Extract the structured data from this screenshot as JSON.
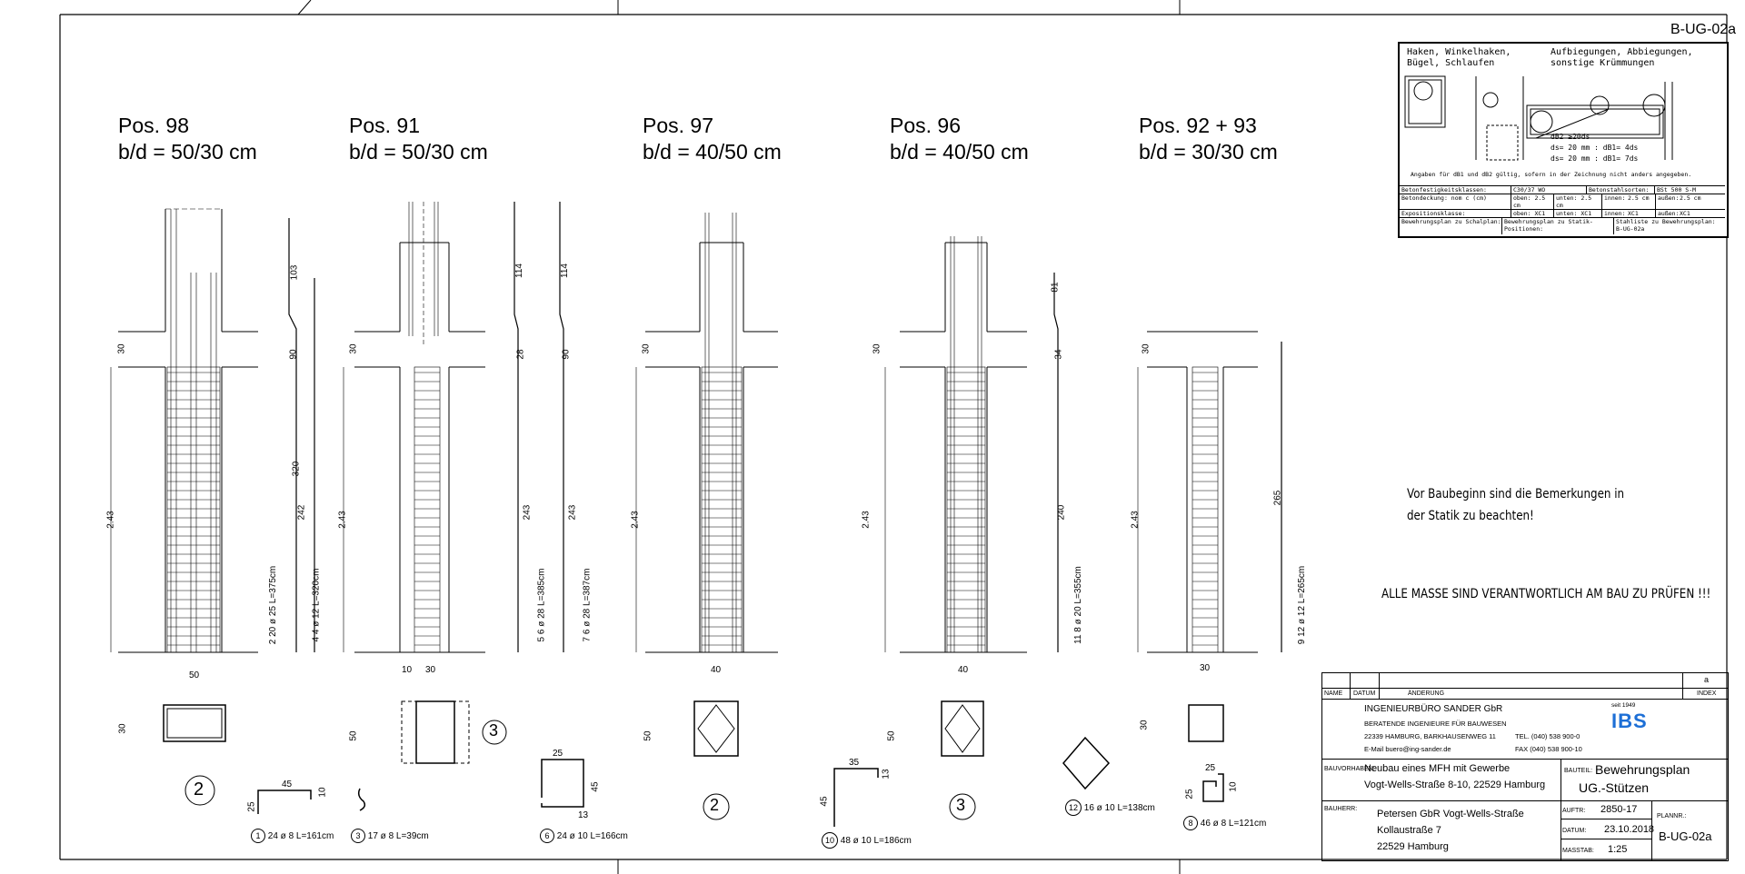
{
  "sheet_id": "B-UG-02a",
  "positions": [
    {
      "pos": "Pos. 98",
      "dims": "b/d = 50/30 cm"
    },
    {
      "pos": "Pos. 91",
      "dims": "b/d = 50/30 cm"
    },
    {
      "pos": "Pos. 97",
      "dims": "b/d = 40/50 cm"
    },
    {
      "pos": "Pos. 96",
      "dims": "b/d = 40/50 cm"
    },
    {
      "pos": "Pos. 92  + 93",
      "dims": "b/d = 30/30 cm"
    }
  ],
  "legend": {
    "left_heading": "Haken, Winkelhaken,\nBügel, Schlaufen",
    "right_heading": "Aufbiegungen, Abbiegungen,\nsonstige Krümmungen",
    "db2_note": "dB2 ≥20ds",
    "ds_line1": "ds= 20 mm : dB1= 4ds",
    "ds_line2": "ds= 20 mm : dB1= 7ds",
    "footnote": "Angaben für dB1 und dB2 gültig, sofern in der Zeichnung nicht anders angegeben.",
    "rows": [
      [
        "Betonfestigkeitsklassen:",
        "C30/37 WO",
        "Betonstahlsorten:",
        "BSt 500 S-M"
      ],
      [
        "Betondeckung: nom c (cm)",
        "oben: 2.5 cm",
        "unten: 2.5 cm",
        "innen:",
        "2.5 cm",
        "außen:",
        "2.5 cm"
      ],
      [
        "Expositionsklasse:",
        "oben: XC1",
        "unten: XC1",
        "innen:",
        "XC1",
        "außen:",
        "XC1"
      ],
      [
        "Bewehrungsplan zu Schalplan:",
        "Bewehrungsplan zu Statik-Positionen:",
        "Stahliste zu Bewehrungsplan: B-UG-02a"
      ]
    ]
  },
  "notes": {
    "line1": "Vor Baubeginn sind die Bemerkungen in",
    "line2": "der Statik zu beachten!",
    "caps": "ALLE MASSE SIND VERANTWORTLICH AM BAU ZU PRÜFEN !!!"
  },
  "bar_labels": {
    "c98_side": "2 20 ø 25 L=375cm",
    "c91_side": "4 4 ø 12 L=320cm",
    "c91b_side": "5 6 ø 28 L=385cm",
    "c91c_side": "7 6 ø 28 L=387cm",
    "c96_side": "11 8 ø 20 L=355cm",
    "c92_side": "9 12 ø 12 L=265cm",
    "b1": "24 ø 8 L=161cm",
    "b3": "17 ø 8 L=39cm",
    "b6": "24 ø 10 L=166cm",
    "b10": "48 ø 10 L=186cm",
    "b12": "16 ø 10 L=138cm",
    "b8": "46 ø 8 L=121cm"
  },
  "dims": {
    "d103": "103",
    "d90": "90",
    "d320": "320",
    "d242": "242",
    "d114a": "114",
    "d114b": "114",
    "d28": "28",
    "d90b": "90",
    "d243a": "243",
    "d243b": "243",
    "d81": "81",
    "d34": "34",
    "d240": "240",
    "d265": "265",
    "d30": "30",
    "d243": "2.43",
    "w50": "50",
    "w40": "40",
    "w30": "30",
    "w10": "10",
    "h30": "30",
    "h50": "50",
    "b45": "45",
    "b25": "25",
    "b10": "10",
    "b35": "35",
    "b13": "13",
    "b25b": "25",
    "b13b": "13",
    "b45b": "45"
  },
  "title_block": {
    "header": [
      "NAME",
      "DATUM",
      "ÄNDERUNG",
      "INDEX"
    ],
    "index_a": "a",
    "firm": "INGENIEURBÜRO SANDER GbR",
    "firm_sub": "BERATENDE INGENIEURE FÜR BAUWESEN",
    "address": "22339 HAMBURG, BARKHAUSENWEG 11",
    "tel": "TEL. (040) 538 900-0",
    "email": "E-Mail buero@ing-sander.de",
    "fax": "FAX (040) 538 900-10",
    "since": "seit 1949",
    "logo": "IBS",
    "bauvorhaben_label": "BAUVORHABEN:",
    "bauvorhaben": "Neubau eines MFH mit Gewerbe",
    "bauvorhaben2": "Vogt-Wells-Straße 8-10, 22529 Hamburg",
    "bauteil_label": "BAUTEIL:",
    "bauteil": "Bewehrungsplan",
    "bauteil2": "UG.-Stützen",
    "bauherr_label": "BAUHERR:",
    "bauherr1": "Petersen GbR Vogt-Wells-Straße",
    "bauherr2": "Kollaustraße 7",
    "bauherr3": "22529 Hamburg",
    "auftr_label": "AUFTR:",
    "auftr": "2850-17",
    "datum_label": "DATUM:",
    "datum": "23.10.2018",
    "masstab_label": "MASSTAB:",
    "masstab": "1:25",
    "plannr_label": "PLANNR.:",
    "plannr": "B-UG-02a"
  }
}
